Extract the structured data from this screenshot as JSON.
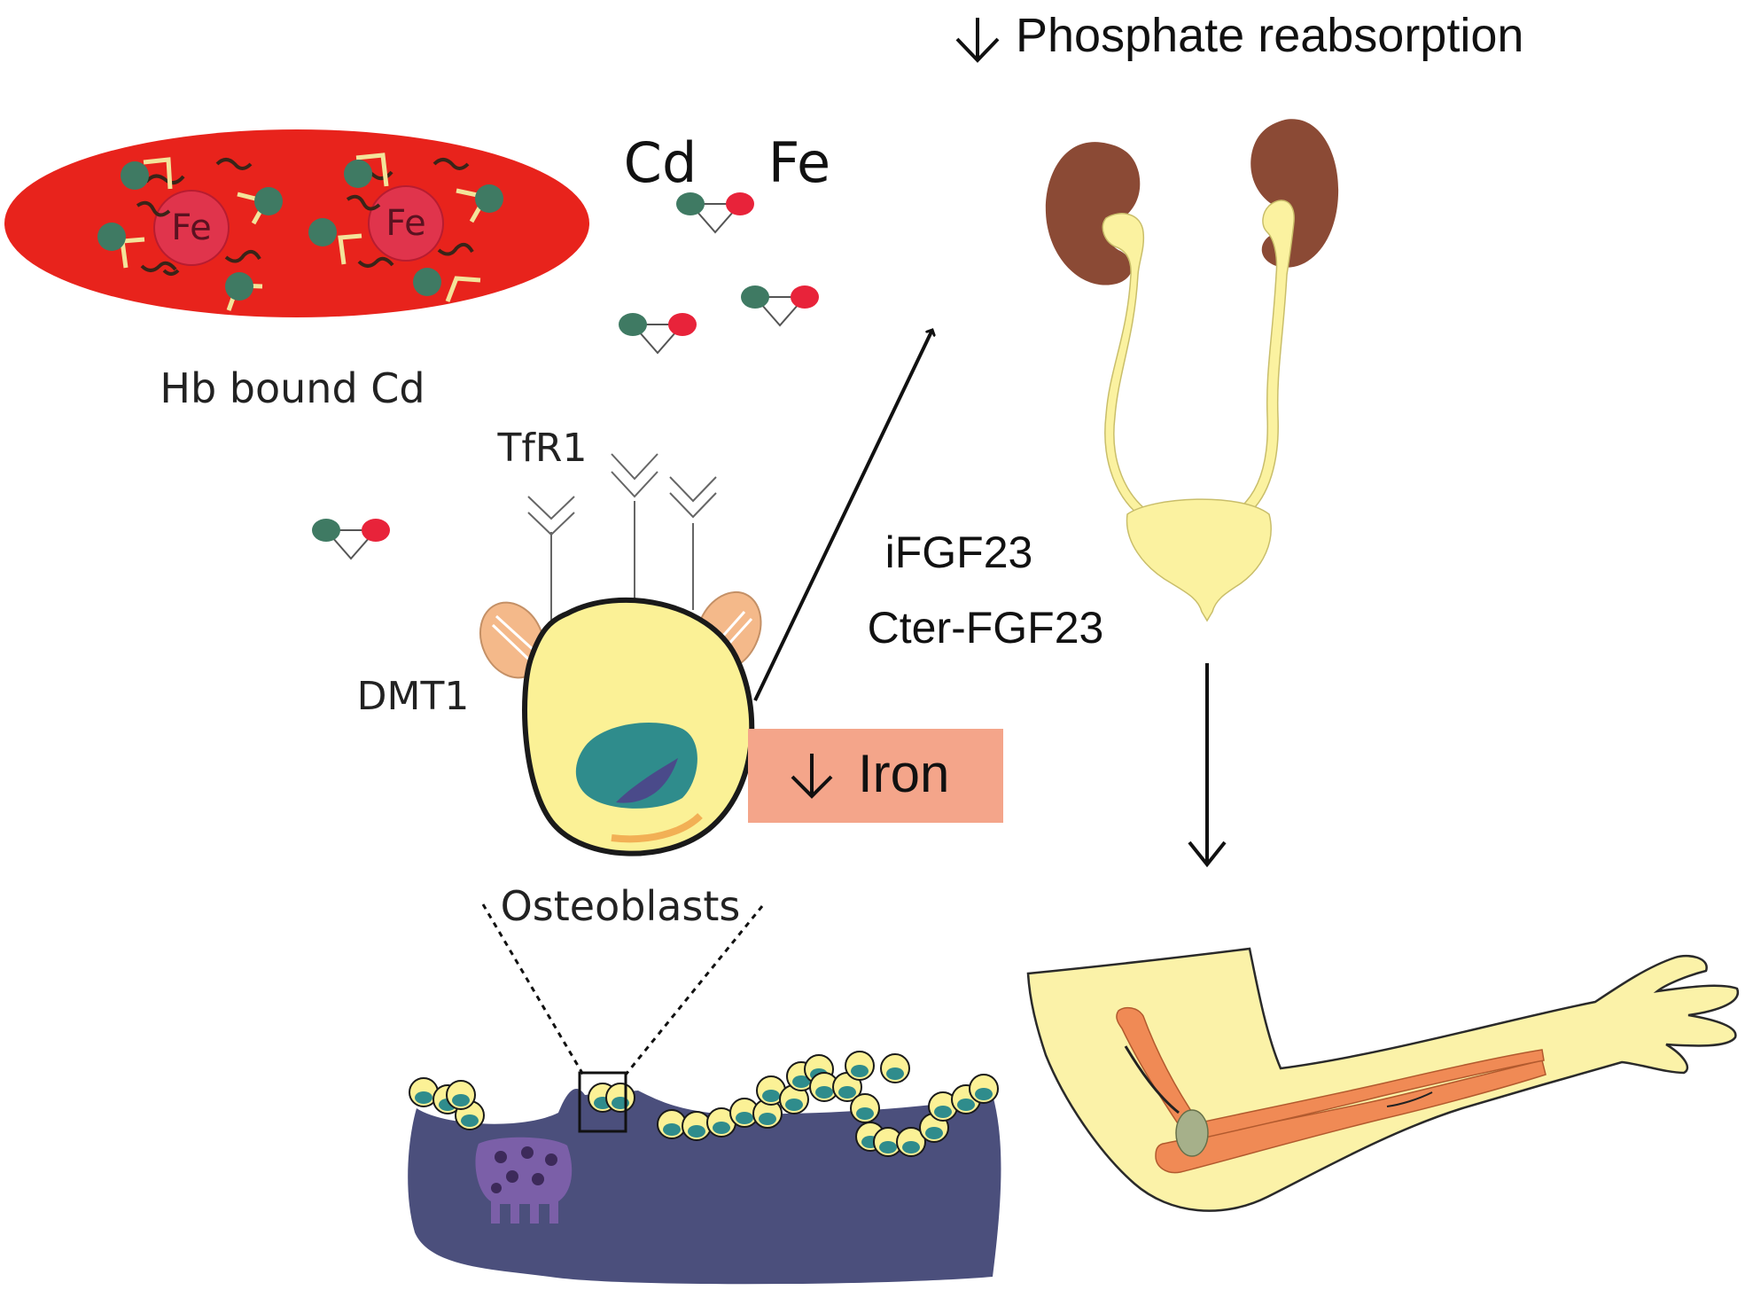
{
  "labels": {
    "phosphate": "Phosphate reabsorption",
    "cd": "Cd",
    "fe": "Fe",
    "hb_fe_left": "Fe",
    "hb_fe_right": "Fe",
    "hb_bound_cd": "Hb bound Cd",
    "tfr1": "TfR1",
    "dmt1": "DMT1",
    "ifgf23": "iFGF23",
    "cter_fgf23": "Cter-FGF23",
    "iron": "Iron",
    "osteoblasts": "Osteoblasts"
  },
  "colors": {
    "rbc": "#e8231c",
    "heme": "#e0344c",
    "green_ball": "#3f7a63",
    "red_ball": "#e8233a",
    "cell_fill": "#fbf196",
    "cell_outline": "#1a1a1a",
    "nucleus": "#2f8c8c",
    "dmt1": "#f4b98a",
    "iron_box": "#f4a58a",
    "kidney": "#8b4a35",
    "urinary": "#fbf2a0",
    "bone": "#4b4f7c",
    "osteoclast": "#7b5fa8",
    "arm_skin": "#fbf2a8",
    "arm_bone": "#f08a55"
  },
  "icons": {
    "down_arrow": "down-arrow-icon"
  }
}
